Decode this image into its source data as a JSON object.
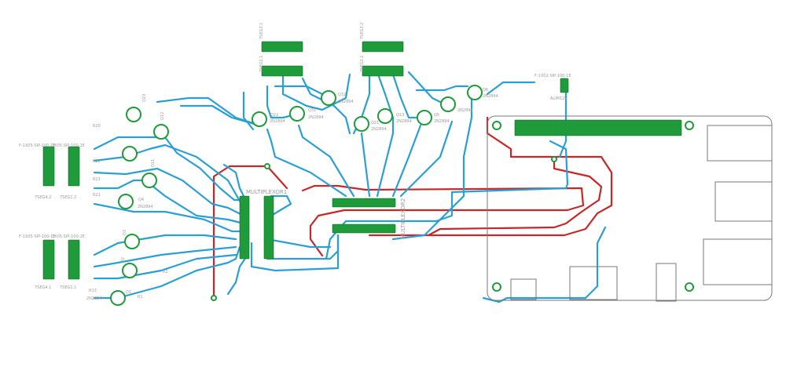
{
  "labels": {
    "multiplexor1": "MULTIPLEXOR1",
    "multiplexor2": "MULTIPLEXOR2",
    "alim12v": "ALIM12V",
    "r20": "R20",
    "r21": "R21",
    "r22": "R22",
    "r23": "R23",
    "r1": "R1",
    "r2": "R2",
    "r13": "R13",
    "q23": "Q23",
    "q12": "Q12",
    "q4": "Q4",
    "q11": "Q11",
    "q3": "Q3",
    "q2": "Q2",
    "q1": "Q1",
    "q22": "Q22",
    "q32": "Q32",
    "q31": "Q31",
    "q21": "Q21",
    "q13": "Q13",
    "q5": "Q5",
    "q6": "Q6",
    "part_2n2894": "2N2894",
    "seg42": "7SEG4.2",
    "seg12": "7SEG1.2",
    "seg41": "7SEG4.1",
    "seg11": "7SEG1.1",
    "seg21": "7SEG2.1",
    "seg22": "7SEG2.2",
    "seg31": "7SEG3.1",
    "seg32": "7SEG3.2",
    "conn_a": "F-1X05-SIP-100-1E",
    "conn_b": "1X05-SIP-100-1E",
    "conn_c": "F-1X02-SIP-100-1E"
  },
  "colors": {
    "top_copper": "#c62828",
    "bottom_copper": "#2a9fd6",
    "pads": "#1f9b3c",
    "board_outline": "#e8d87a",
    "dimension": "#3aa6d8",
    "silkscreen": "#8a8a8a"
  }
}
